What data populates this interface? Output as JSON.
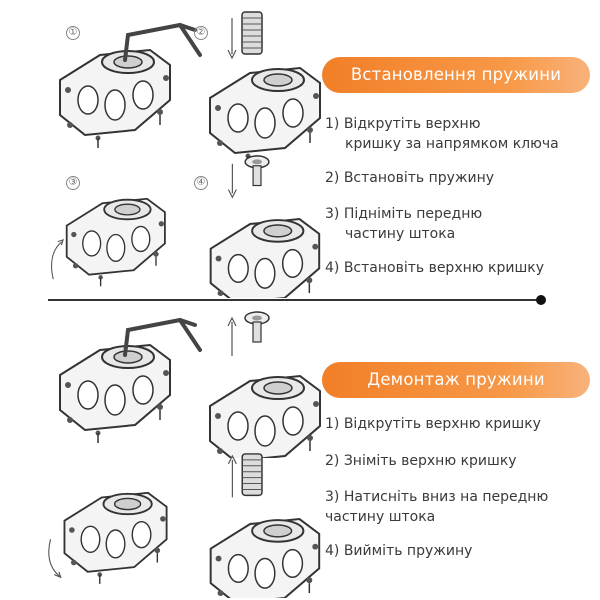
{
  "install": {
    "title": "Встановлення пружини",
    "steps": [
      {
        "line1": "1) Відкрутіть верхню",
        "line2": "кришку за напрямком ключа"
      },
      {
        "line1": "2) Встановіть пружину",
        "line2": ""
      },
      {
        "line1": "3) Підніміть передню",
        "line2": "частину штока"
      },
      {
        "line1": "4) Встановіть верхню кришку",
        "line2": ""
      }
    ],
    "illustration_numbers": [
      "①",
      "②",
      "③",
      "④"
    ]
  },
  "remove": {
    "title": "Демонтаж пружини",
    "steps": [
      {
        "line1": "1) Відкрутіть верхню кришку",
        "line2": ""
      },
      {
        "line1": "2) Зніміть верхню кришку",
        "line2": ""
      },
      {
        "line1": "3) Натисніть вниз на передню",
        "line2": "частину штока"
      },
      {
        "line1": "4) Вийміть пружину",
        "line2": ""
      }
    ]
  },
  "colors": {
    "accent": "#f27f28",
    "accent_light": "#f9b27a",
    "text": "#3a3a3a",
    "line": "#333333"
  }
}
